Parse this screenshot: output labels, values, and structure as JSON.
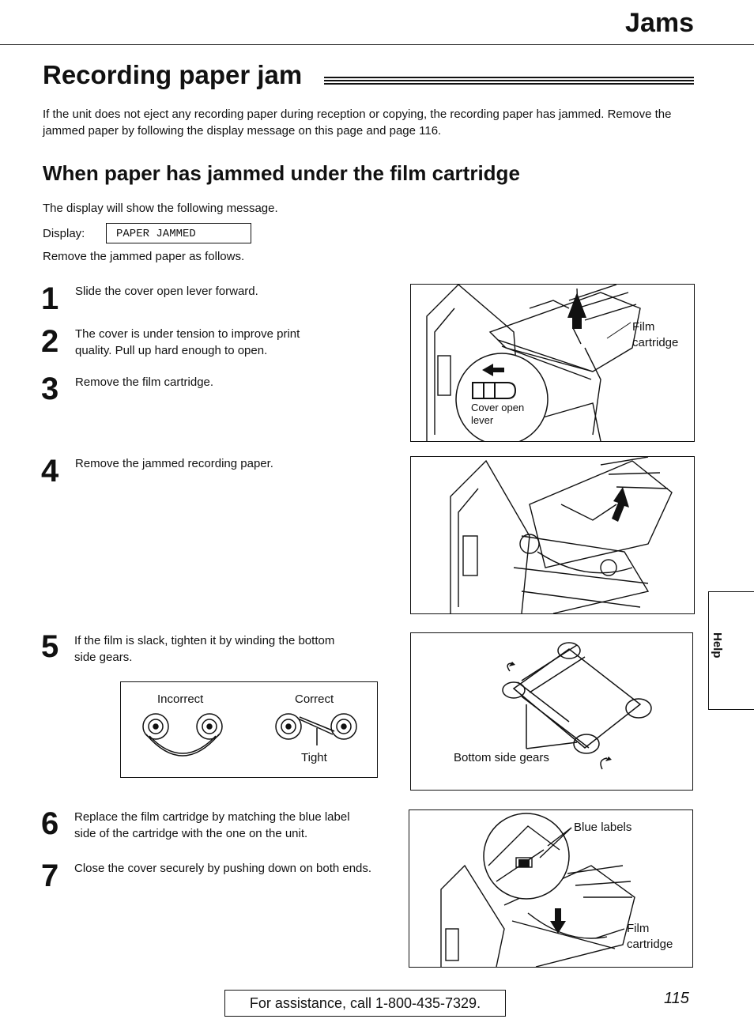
{
  "header": {
    "section_title": "Jams"
  },
  "title": "Recording paper jam",
  "intro": "If the unit does not eject any recording paper during reception or copying, the recording paper has jammed. Remove the jammed paper by following the display message on this page and page 116.",
  "subsection": {
    "title": "When paper has jammed under the film cartridge",
    "display_intro": "The display will show the following message.",
    "display_label": "Display:",
    "display_message": "PAPER JAMMED",
    "follow_text": "Remove the jammed paper as follows."
  },
  "steps": [
    {
      "number": "1",
      "text": "Slide the cover open lever forward."
    },
    {
      "number": "2",
      "text": "The cover is under tension to improve print quality. Pull up hard enough to open."
    },
    {
      "number": "3",
      "text": "Remove the film cartridge."
    },
    {
      "number": "4",
      "text": "Remove the jammed recording paper."
    },
    {
      "number": "5",
      "text": "If the film is slack, tighten it by winding the bottom side gears."
    },
    {
      "number": "6",
      "text": "Replace the film cartridge by matching the blue label side of the cartridge with the one on the unit."
    },
    {
      "number": "7",
      "text": "Close the cover securely by pushing down on both ends."
    }
  ],
  "figures": {
    "fig1": {
      "label_film": "Film\ncartridge",
      "label_lever": "Cover open\nlever"
    },
    "gears": {
      "incorrect": "Incorrect",
      "correct": "Correct",
      "tight": "Tight"
    },
    "fig3": {
      "label": "Bottom side gears"
    },
    "fig4": {
      "label_blue": "Blue labels",
      "label_film": "Film\ncartridge"
    }
  },
  "side_tab": "Help",
  "footer": {
    "assistance": "For assistance, call 1-800-435-7329.",
    "page_number": "115"
  }
}
